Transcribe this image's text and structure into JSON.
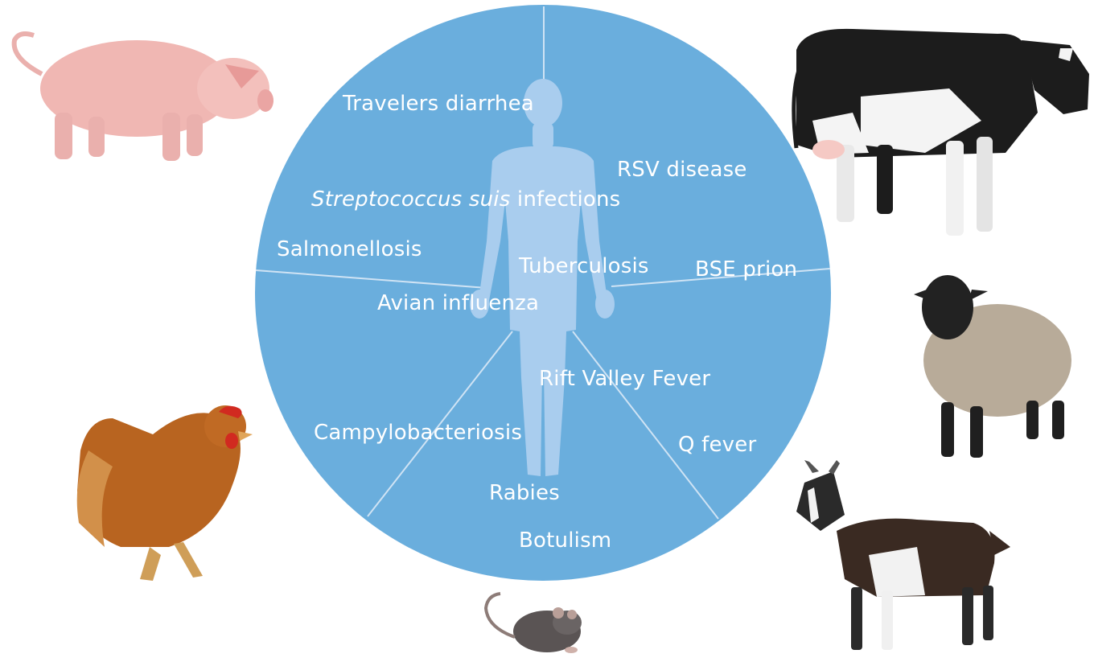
{
  "colors": {
    "circle": "#6aaedd",
    "divider": "#cfe3f4",
    "human": "#a9cdee",
    "label": "#ffffff"
  },
  "diseases": {
    "travelers_diarrhea": "Travelers diarrhea",
    "rsv_disease": "RSV disease",
    "strep_italic": "Streptococcus suis",
    "strep_rest": " infections",
    "salmonellosis": "Salmonellosis",
    "tuberculosis": "Tuberculosis",
    "bse_prion": "BSE prion",
    "avian_influenza": "Avian influenza",
    "rift_valley_fever": "Rift Valley Fever",
    "campylobacteriosis": "Campylobacteriosis",
    "q_fever": "Q fever",
    "rabies": "Rabies",
    "botulism": "Botulism"
  },
  "animals": [
    "pig-icon",
    "cow-icon",
    "sheep-icon",
    "chicken-icon",
    "goat-icon",
    "rat-icon"
  ]
}
